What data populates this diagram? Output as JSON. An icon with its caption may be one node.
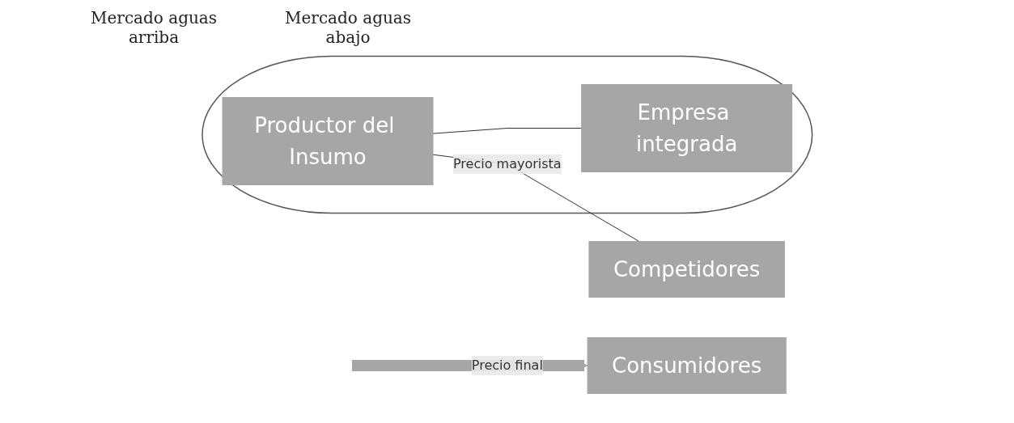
{
  "diagram": {
    "nodes": [
      {
        "text": [],
        "shape": "ellipse"
      },
      {
        "text": [
          "Competidores"
        ]
      },
      {
        "text": [
          "Productor del Insumo"
        ],
        "in": 0
      },
      {
        "text": [
          "Empresa integrada"
        ],
        "in": 0
      },
      {
        "text": [
          "Consumidores"
        ]
      }
    ],
    "edges": [
      {
        "from": 2,
        "to": 1,
        "arrow": "none",
        "label": "Precio mayorista"
      },
      {
        "from": 2,
        "to": 3,
        "arrow": "none"
      },
      {
        "from": null,
        "to": 4,
        "arrow": "to",
        "label": "Precio final",
        "style": "thick",
        "color": "#a6a6a6"
      }
    ],
    "labels": [
      "Mercado aguas arriba",
      "Mercado aguas abajo"
    ]
  }
}
